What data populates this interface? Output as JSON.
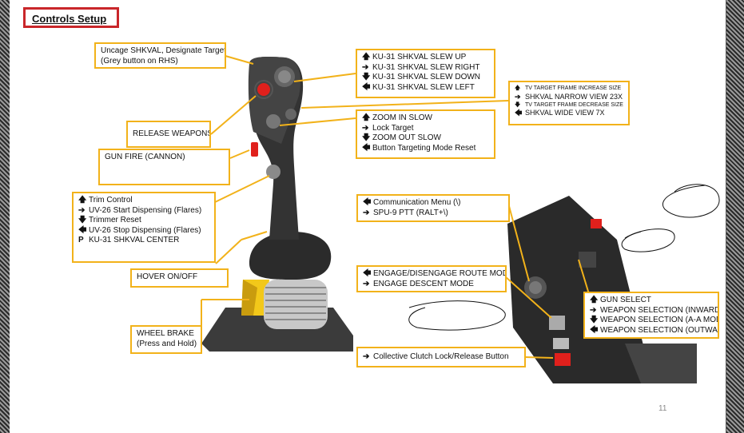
{
  "title": "Controls Setup",
  "page_number": "11",
  "callouts": {
    "uncage": [
      "Uncage SHKVAL, Designate Target",
      "(Grey button on RHS)"
    ],
    "release_weapons": "RELEASE WEAPONS",
    "gun_fire": "GUN FIRE (CANNON)",
    "trim": [
      {
        "icon": "arrow-up",
        "glyph": "🡅",
        "text": "Trim Control"
      },
      {
        "icon": "arrow-right",
        "glyph": "➔",
        "text": "UV-26 Start Dispensing (Flares)"
      },
      {
        "icon": "arrow-down",
        "glyph": "🡇",
        "text": "Trimmer Reset"
      },
      {
        "icon": "arrow-left",
        "glyph": "🡄",
        "text": "UV-26 Stop Dispensing (Flares)"
      },
      {
        "icon": "press",
        "glyph": "P",
        "text": "KU-31 SHKVAL CENTER"
      }
    ],
    "hover": "HOVER ON/OFF",
    "wheel_brake": [
      "WHEEL BRAKE",
      "(Press and Hold)"
    ],
    "slew": [
      {
        "icon": "arrow-up",
        "glyph": "🡅",
        "text": "KU-31 SHKVAL SLEW UP"
      },
      {
        "icon": "arrow-right",
        "glyph": "➔",
        "text": "KU-31 SHKVAL SLEW RIGHT"
      },
      {
        "icon": "arrow-down",
        "glyph": "🡇",
        "text": "KU-31 SHKVAL SLEW DOWN"
      },
      {
        "icon": "arrow-left",
        "glyph": "🡄",
        "text": "KU-31 SHKVAL SLEW LEFT"
      }
    ],
    "zoom": [
      {
        "icon": "arrow-up",
        "glyph": "🡅",
        "text": "ZOOM IN SLOW"
      },
      {
        "icon": "arrow-right",
        "glyph": "➔",
        "text": "Lock Target"
      },
      {
        "icon": "arrow-down",
        "glyph": "🡇",
        "text": "ZOOM OUT SLOW"
      },
      {
        "icon": "arrow-left",
        "glyph": "🡄",
        "text": "Button Targeting Mode Reset"
      }
    ],
    "tv": [
      {
        "icon": "arrow-up",
        "glyph": "🡅",
        "text": "TV TARGET FRAME INCREASE SIZE",
        "size": "small"
      },
      {
        "icon": "arrow-right",
        "glyph": "➔",
        "text": "SHKVAL NARROW VIEW 23X",
        "size": "big"
      },
      {
        "icon": "arrow-down",
        "glyph": "🡇",
        "text": "TV TARGET FRAME DECREASE SIZE",
        "size": "small"
      },
      {
        "icon": "arrow-left",
        "glyph": "🡄",
        "text": "SHKVAL WIDE VIEW 7X",
        "size": "big"
      }
    ],
    "comm": [
      {
        "icon": "arrow-left",
        "glyph": "🡄",
        "text": "Communication Menu (\\)"
      },
      {
        "icon": "arrow-right",
        "glyph": "➔",
        "text": "SPU-9 PTT (RALT+\\)"
      }
    ],
    "route": [
      {
        "icon": "arrow-left",
        "glyph": "🡄",
        "text": "ENGAGE/DISENGAGE ROUTE MODE"
      },
      {
        "icon": "arrow-right",
        "glyph": "➔",
        "text": "ENGAGE DESCENT MODE"
      }
    ],
    "gun_select": [
      {
        "icon": "arrow-up",
        "glyph": "🡅",
        "text": "GUN SELECT"
      },
      {
        "icon": "arrow-right",
        "glyph": "➔",
        "text": "WEAPON SELECTION (INWARD)"
      },
      {
        "icon": "arrow-down",
        "glyph": "🡇",
        "text": "WEAPON SELECTION (A-A MODE)"
      },
      {
        "icon": "arrow-left",
        "glyph": "🡄",
        "text": "WEAPON SELECTION (OUTWARD)"
      }
    ],
    "clutch": {
      "icon": "arrow-right",
      "glyph": "➔",
      "text": "Collective Clutch Lock/Release Button"
    }
  },
  "colors": {
    "callout_border": "#f2b21a",
    "title_border": "#c9262a",
    "accent_red": "#e0201c"
  }
}
